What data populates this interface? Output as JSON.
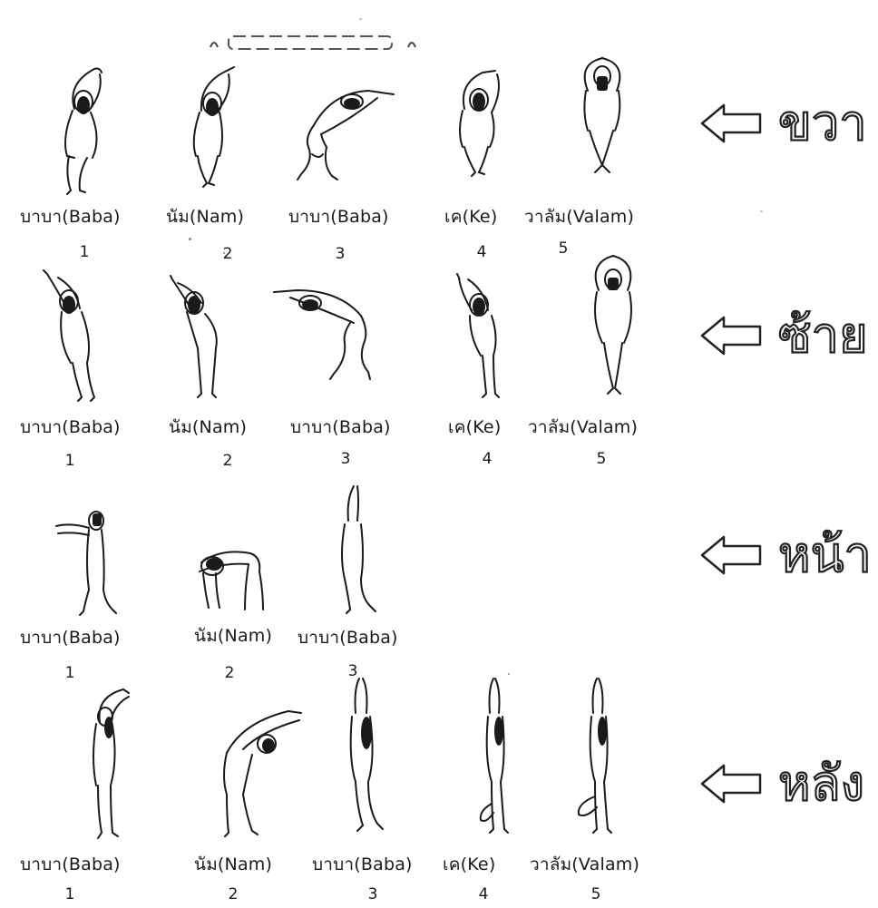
{
  "header": {
    "title_partial": "( ...................... )"
  },
  "rows": [
    {
      "direction_label": "ขวา",
      "poses": [
        {
          "caption": "บาบา(Baba)",
          "number": "1"
        },
        {
          "caption": "นัม(Nam)",
          "number": "2"
        },
        {
          "caption": "บาบา(Baba)",
          "number": "3"
        },
        {
          "caption": "เค(Ke)",
          "number": "4"
        },
        {
          "caption": "วาลัม(Valam)",
          "number": "5"
        }
      ]
    },
    {
      "direction_label": "ซ้าย",
      "poses": [
        {
          "caption": "บาบา(Baba)",
          "number": "1"
        },
        {
          "caption": "นัม(Nam)",
          "number": "2"
        },
        {
          "caption": "บาบา(Baba)",
          "number": "3"
        },
        {
          "caption": "เค(Ke)",
          "number": "4"
        },
        {
          "caption": "วาลัม(Valam)",
          "number": "5"
        }
      ]
    },
    {
      "direction_label": "หน้า",
      "poses": [
        {
          "caption": "บาบา(Baba)",
          "number": "1"
        },
        {
          "caption": "นัม(Nam)",
          "number": "2"
        },
        {
          "caption": "บาบา(Baba)",
          "number": "3"
        }
      ]
    },
    {
      "direction_label": "หลัง",
      "poses": [
        {
          "caption": "บาบา(Baba)",
          "number": "1"
        },
        {
          "caption": "นัม(Nam)",
          "number": "2"
        },
        {
          "caption": "บาบา(Baba)",
          "number": "3"
        },
        {
          "caption": "เค(Ke)",
          "number": "4"
        },
        {
          "caption": "วาลัม(Valam)",
          "number": "5"
        }
      ]
    }
  ],
  "colors": {
    "ink": "#1a1a1a",
    "background": "#ffffff"
  },
  "icons": {
    "direction_arrow": "hollow-left-arrow-icon"
  }
}
